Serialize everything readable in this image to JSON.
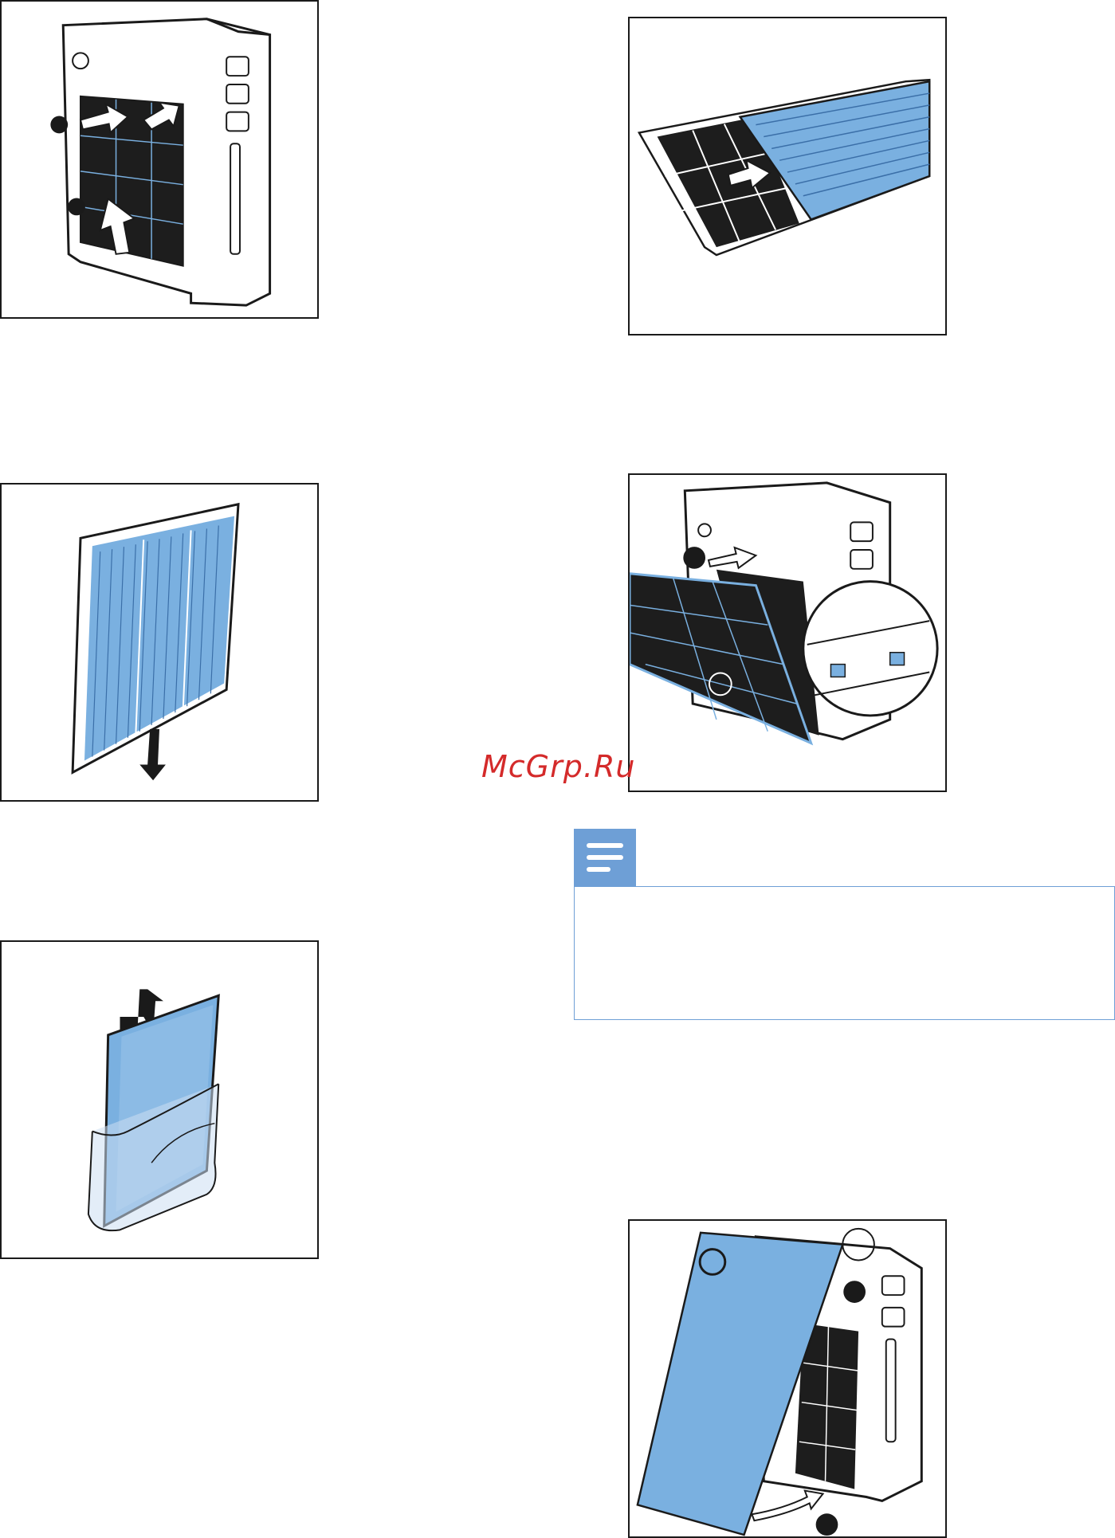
{
  "watermark": {
    "text": "McGrp.Ru"
  },
  "colors": {
    "filter_blue": "#7ab0e0",
    "dark": "#1a1a1a",
    "note_accent": "#6e9fd6"
  },
  "note": {
    "icon": "note-lines-icon"
  },
  "figures": [
    {
      "id": "fig-unit-back-filter",
      "icon": "purifier-back-open-icon"
    },
    {
      "id": "fig-filter-slide",
      "icon": "filter-slide-icon"
    },
    {
      "id": "fig-filter-down",
      "icon": "filter-down-arrow-icon"
    },
    {
      "id": "fig-filter-insert",
      "icon": "filter-insert-clips-icon"
    },
    {
      "id": "fig-filter-bag",
      "icon": "filter-bag-lift-icon"
    },
    {
      "id": "fig-cover-close",
      "icon": "back-cover-close-icon"
    }
  ]
}
